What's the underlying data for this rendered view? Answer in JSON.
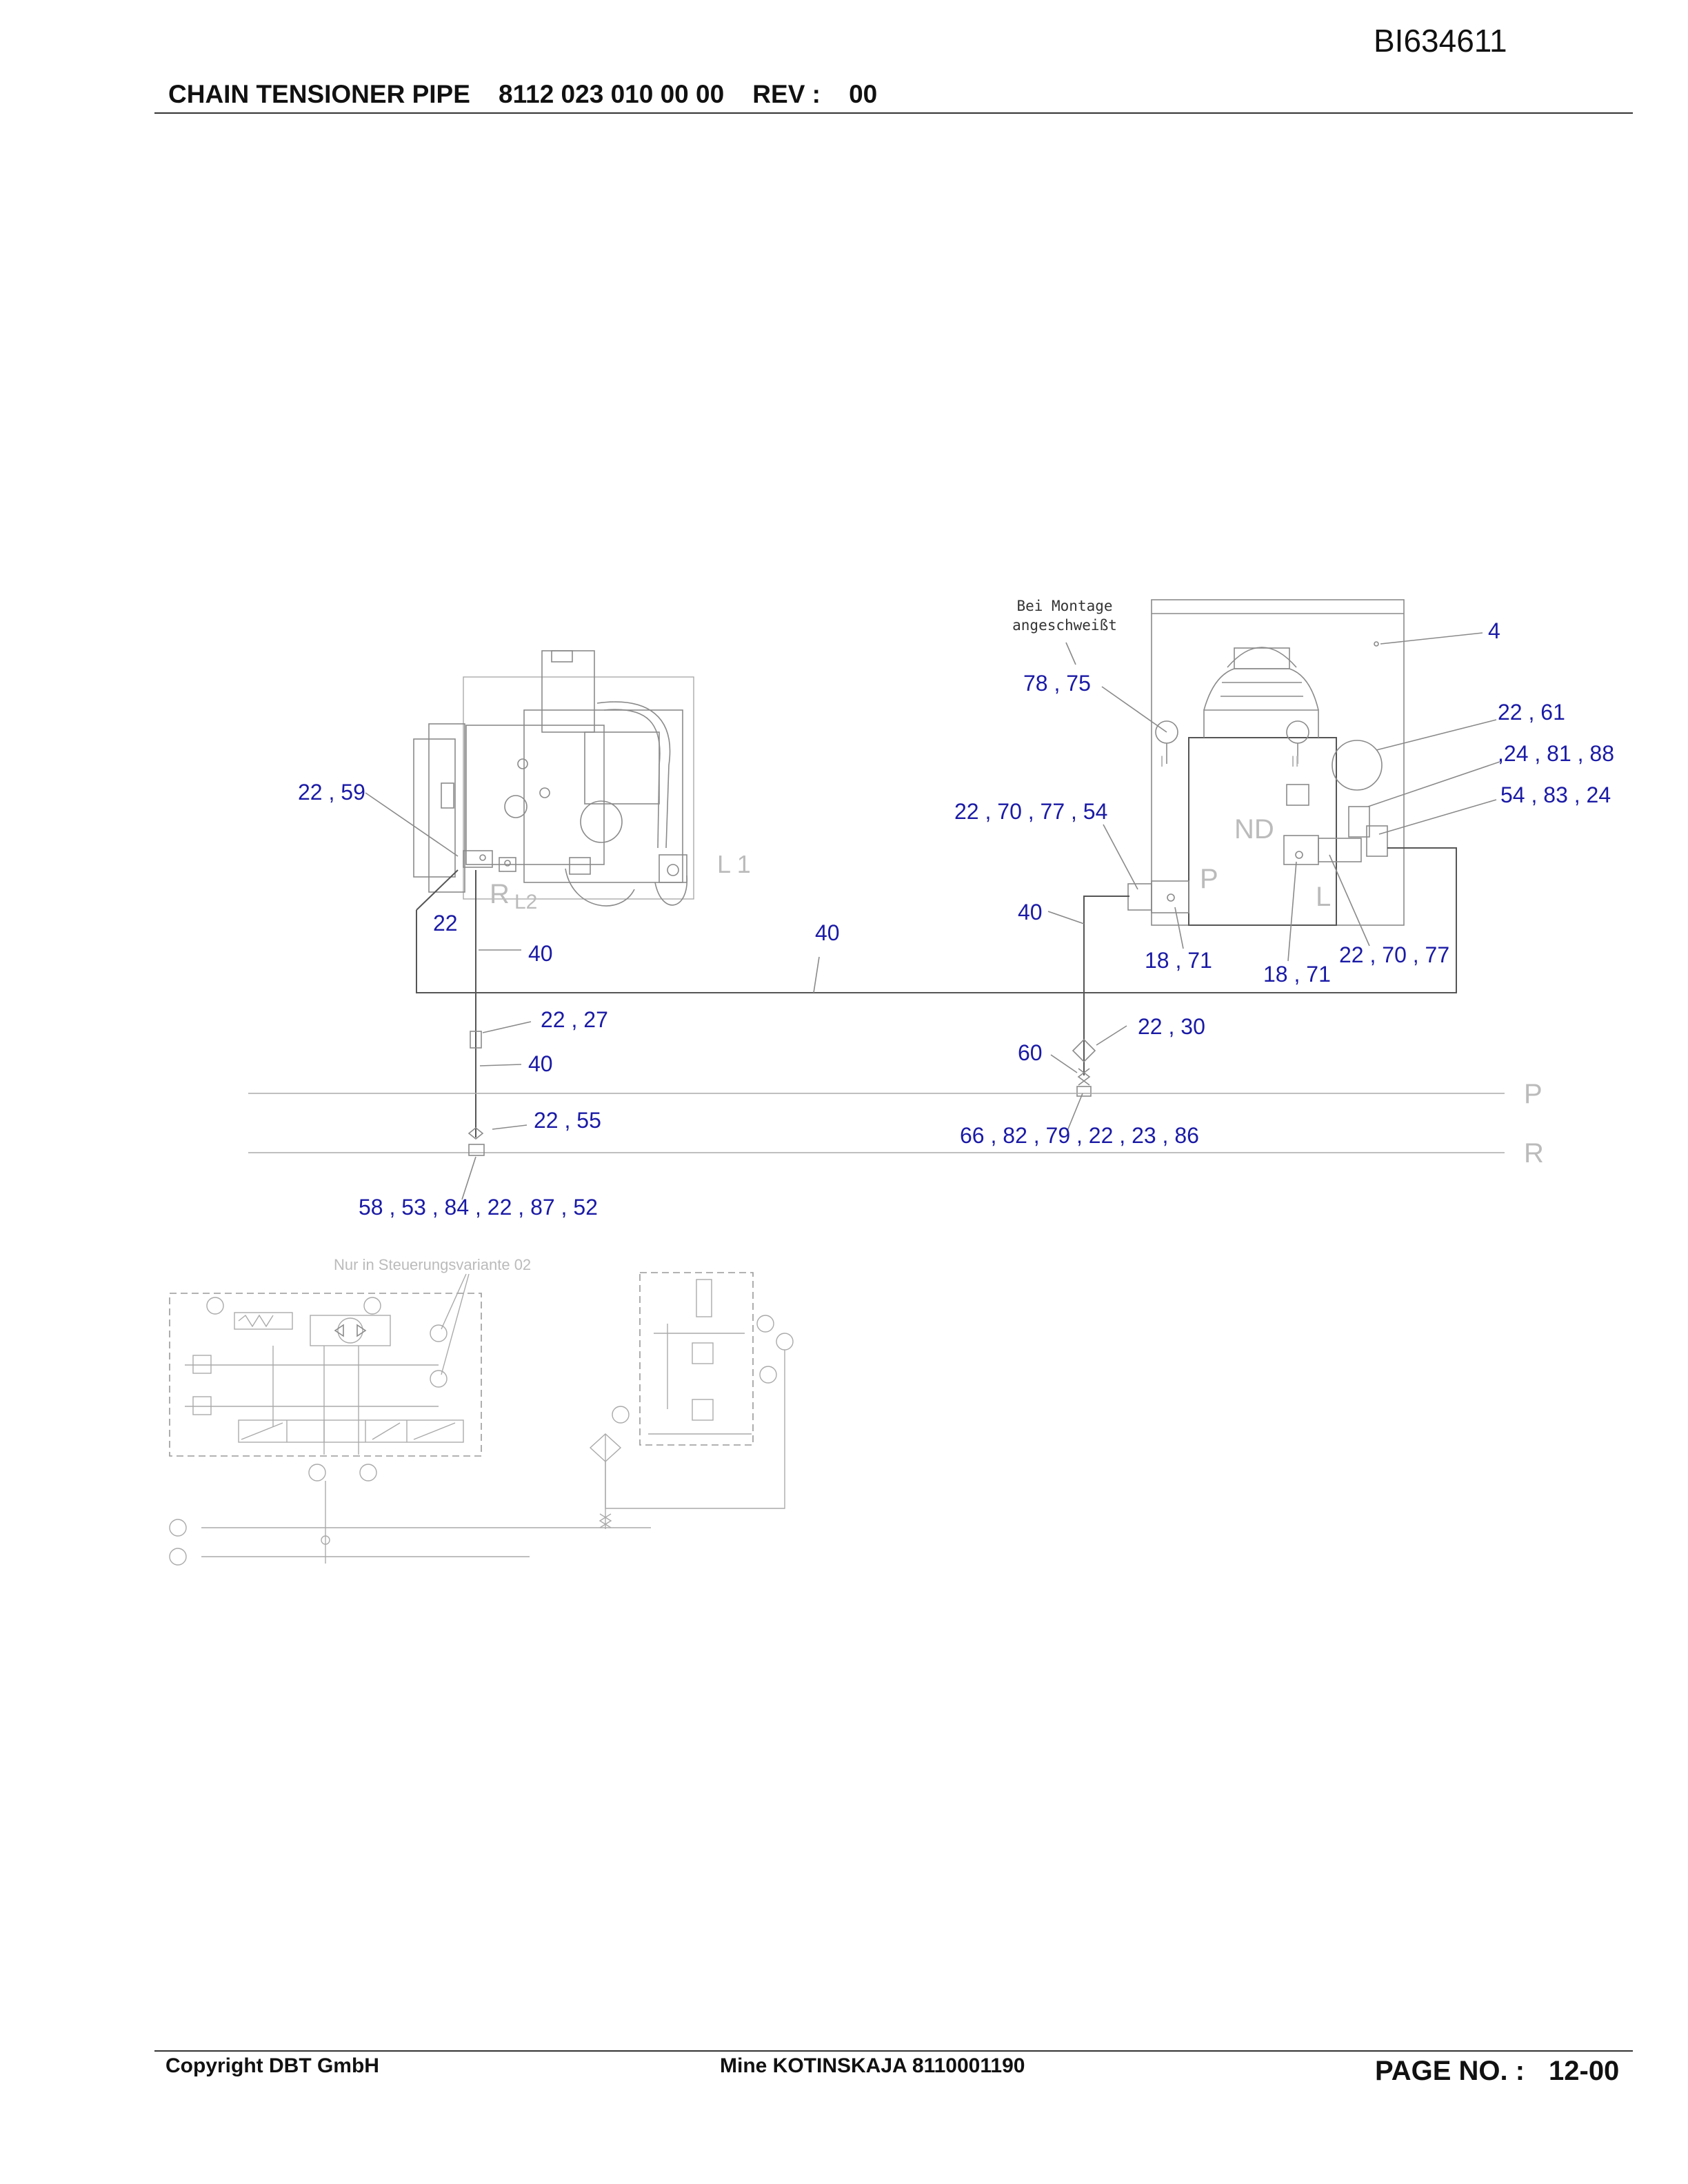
{
  "header": {
    "doc_id": "BI634611",
    "title": "CHAIN TENSIONER PIPE    8112 023 010 00 00    REV :    00"
  },
  "drawing": {
    "notes": {
      "bei_montage_1": "Bei Montage",
      "bei_montage_2": "angeschweißt",
      "steuerung": "Nur in Steuerungsvariante 02"
    },
    "port_labels": {
      "L1": "L 1",
      "L2": "L2",
      "R": "R",
      "ND": "ND",
      "P": "P",
      "L": "L",
      "line_P": "P",
      "line_R": "R",
      "roman1": "I",
      "roman2": "II"
    },
    "callouts": [
      {
        "id": "c-4",
        "text": "4"
      },
      {
        "id": "c-78-75",
        "text": "78 , 75"
      },
      {
        "id": "c-22-61",
        "text": "22 , 61"
      },
      {
        "id": "c-24-81-88",
        "text": ",24 , 81 , 88"
      },
      {
        "id": "c-54-83-24",
        "text": "54 , 83 , 24"
      },
      {
        "id": "c-22-59",
        "text": "22 , 59"
      },
      {
        "id": "c-22-70-77-54",
        "text": "22 , 70 , 77 , 54"
      },
      {
        "id": "c-40-mid",
        "text": "40"
      },
      {
        "id": "c-22-left",
        "text": "22"
      },
      {
        "id": "c-40-a",
        "text": "40"
      },
      {
        "id": "c-40-b",
        "text": "40"
      },
      {
        "id": "c-18-71-a",
        "text": "18 , 71"
      },
      {
        "id": "c-18-71-b",
        "text": "18 , 71"
      },
      {
        "id": "c-22-70-77",
        "text": "22 , 70 , 77"
      },
      {
        "id": "c-22-27",
        "text": "22 , 27"
      },
      {
        "id": "c-22-30",
        "text": "22 , 30"
      },
      {
        "id": "c-60",
        "text": "60"
      },
      {
        "id": "c-40-c",
        "text": "40"
      },
      {
        "id": "c-22-55",
        "text": "22 , 55"
      },
      {
        "id": "c-66-82-79-22-23-86",
        "text": "66 , 82 , 79 , 22 , 23 , 86"
      },
      {
        "id": "c-58-53-84-22-87-52",
        "text": "58 , 53 , 84 , 22 , 87 , 52"
      }
    ],
    "colors": {
      "callout": "#1a1aa6",
      "line": "#555555",
      "faint": "#aaaaaa"
    }
  },
  "footer": {
    "copyright": "Copyright DBT GmbH",
    "mine": "Mine KOTINSKAJA 8110001190",
    "page_label": "PAGE NO. :",
    "page_number": "12-00"
  }
}
